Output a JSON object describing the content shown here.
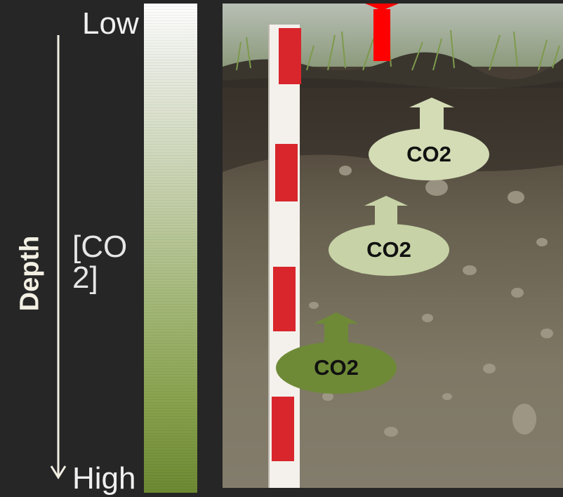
{
  "axis": {
    "depth_label": "Depth"
  },
  "gradient_labels": {
    "low": "Low",
    "high": "High",
    "concentration": "[CO2]"
  },
  "co2_bubbles": [
    {
      "label": "CO2",
      "color": "#d3dcb5"
    },
    {
      "label": "CO2",
      "color": "#c7d3a6"
    },
    {
      "label": "CO2",
      "color": "#6e8a37"
    }
  ],
  "colors": {
    "background": "#262626",
    "gradient_top": "#ffffff",
    "gradient_bottom": "#6d8932",
    "surface_arrow": "#ff0000",
    "depth_arrow": "#f2efe3"
  }
}
